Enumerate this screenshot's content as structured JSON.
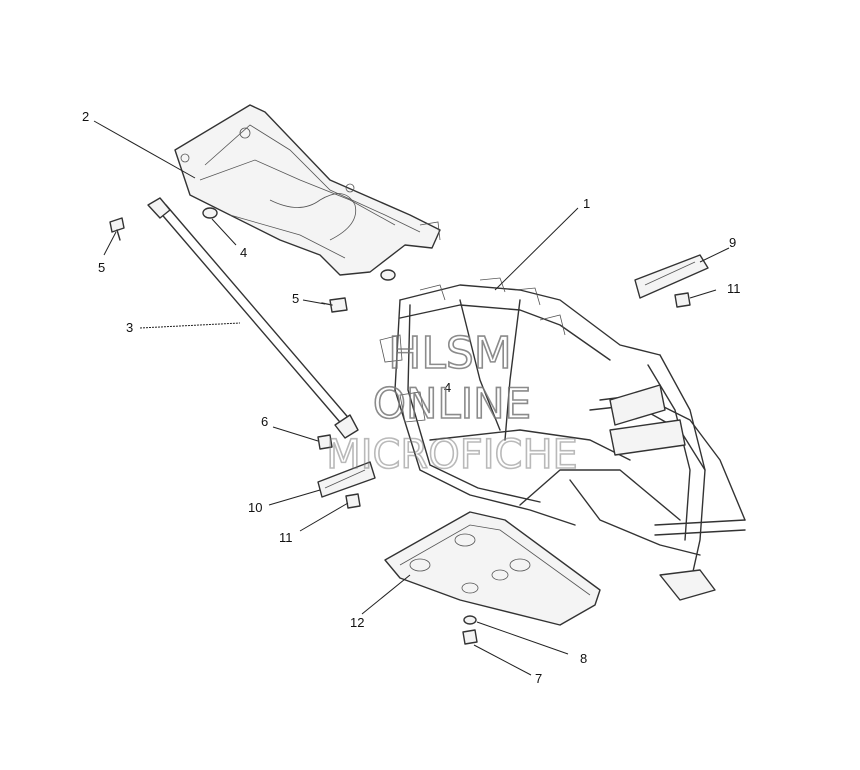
{
  "callouts": {
    "c1": "1",
    "c2": "2",
    "c3": "3",
    "c4a": "4",
    "c4b": "4",
    "c5a": "5",
    "c5b": "5",
    "c6": "6",
    "c7": "7",
    "c8": "8",
    "c9": "9",
    "c10": "10",
    "c11a": "11",
    "c11b": "11",
    "c12": "12"
  },
  "watermark": {
    "line1": "HLSM",
    "line2": "ONLINE",
    "line3": "MICROFICHE"
  }
}
